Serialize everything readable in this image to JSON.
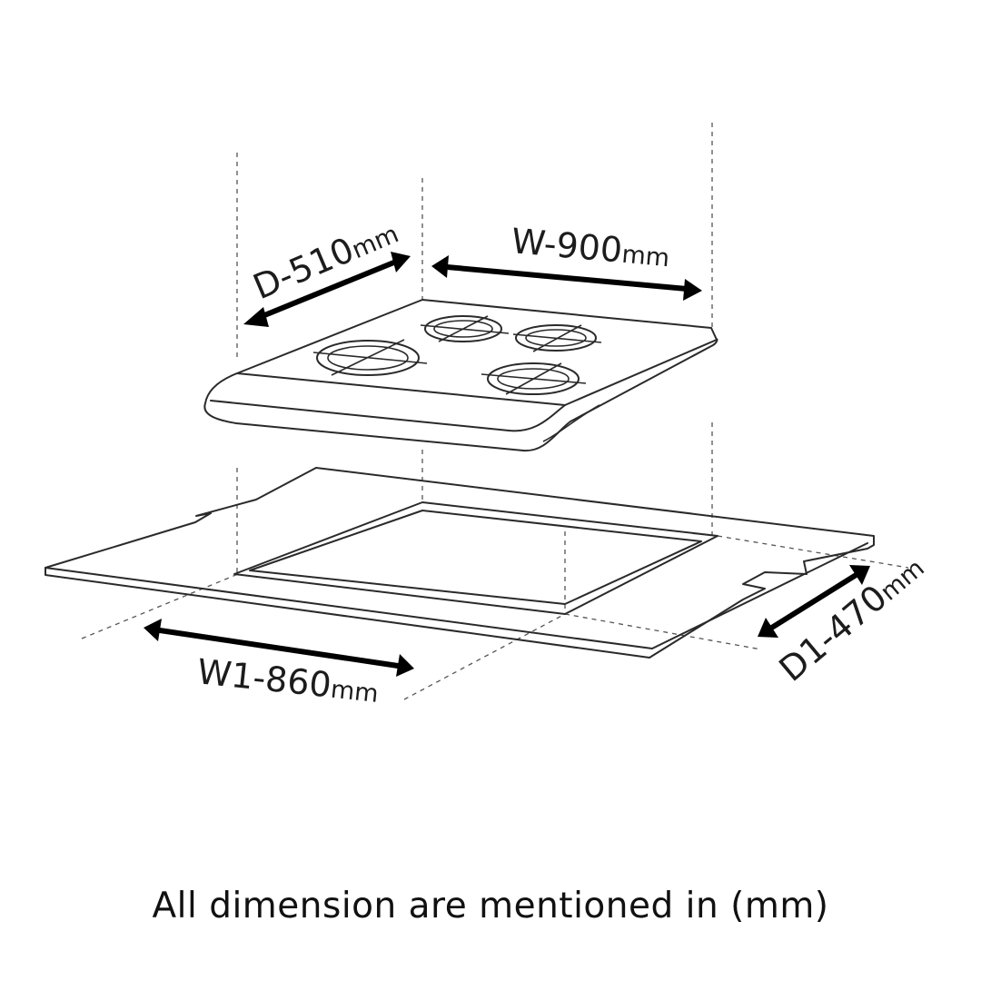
{
  "dimensions": {
    "depth": {
      "prefix": "D-510",
      "unit": "mm"
    },
    "width": {
      "prefix": "W-900",
      "unit": "mm"
    },
    "cutout_width": {
      "prefix": "W1-860",
      "unit": "mm"
    },
    "cutout_depth": {
      "prefix": "D1-470",
      "unit": "mm"
    }
  },
  "caption": "All dimension are mentioned in (mm)",
  "colors": {
    "line": "#2a2a2a",
    "arrow": "#000000",
    "background": "#ffffff"
  }
}
